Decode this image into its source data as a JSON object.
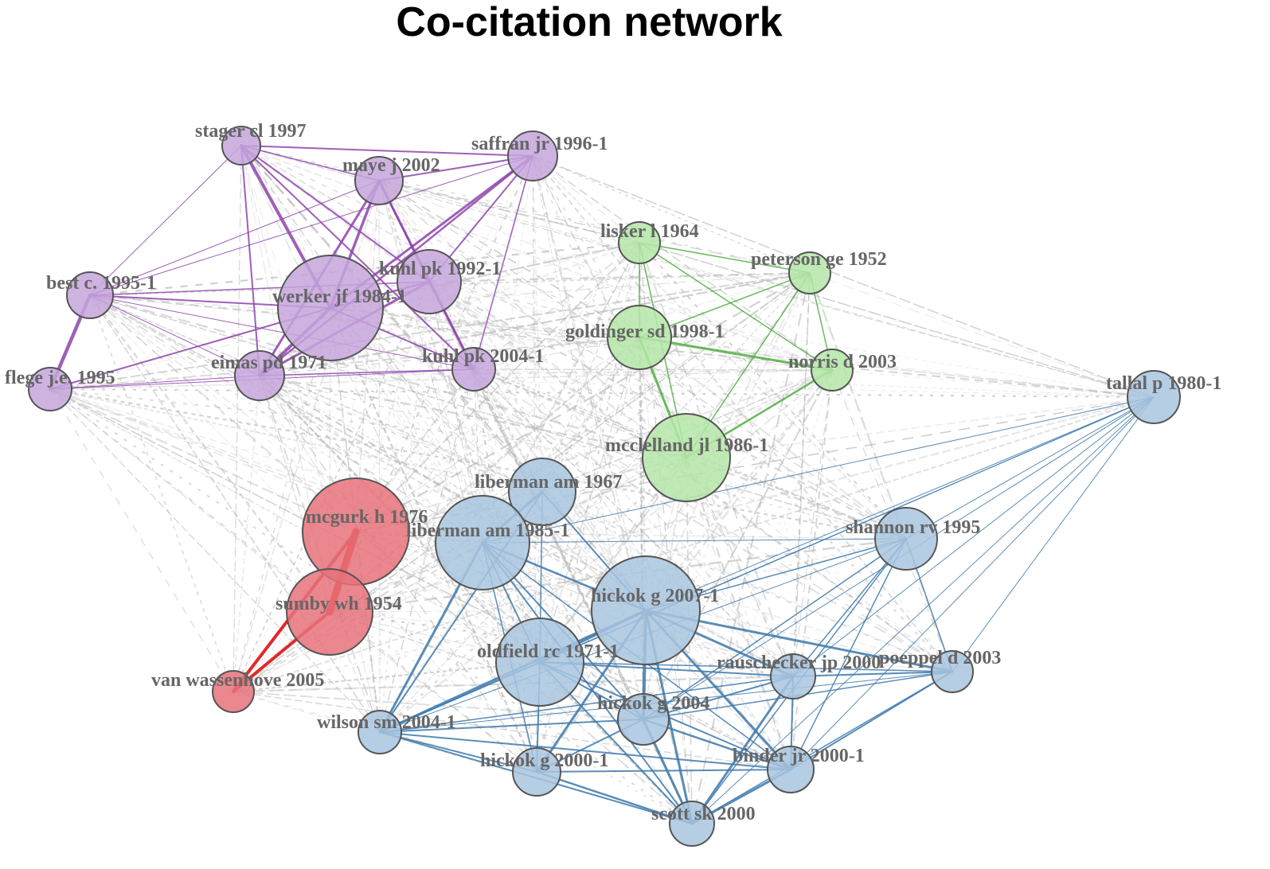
{
  "title": "Co-citation network",
  "colors": {
    "purple": "#c6a6dc",
    "purple_edge": "#8e44ad",
    "green": "#b5e6a8",
    "green_edge": "#4fae3f",
    "red": "#e8727a",
    "red_edge": "#e0292b",
    "blue": "#a9c5df",
    "blue_edge": "#3d79ab",
    "grey_edge": "#b8b8b8",
    "label": "#666666"
  },
  "nodes": [
    {
      "id": "stager",
      "label": "stager cl 1997",
      "cluster": "purple"
    },
    {
      "id": "saffran",
      "label": "saffran jr 1996-1",
      "cluster": "purple"
    },
    {
      "id": "maye",
      "label": "maye j 2002",
      "cluster": "purple"
    },
    {
      "id": "best",
      "label": "best c. 1995-1",
      "cluster": "purple"
    },
    {
      "id": "kuhl92",
      "label": "kuhl pk 1992-1",
      "cluster": "purple"
    },
    {
      "id": "werker",
      "label": "werker jf 1984-1",
      "cluster": "purple"
    },
    {
      "id": "eimas",
      "label": "eimas pd 1971",
      "cluster": "purple"
    },
    {
      "id": "kuhl04",
      "label": "kuhl pk 2004-1",
      "cluster": "purple"
    },
    {
      "id": "flege",
      "label": "flege j.e. 1995",
      "cluster": "purple"
    },
    {
      "id": "lisker",
      "label": "lisker l 1964",
      "cluster": "green"
    },
    {
      "id": "peterson",
      "label": "peterson ge 1952",
      "cluster": "green"
    },
    {
      "id": "goldinger",
      "label": "goldinger sd 1998-1",
      "cluster": "green"
    },
    {
      "id": "norris",
      "label": "norris d 2003",
      "cluster": "green"
    },
    {
      "id": "mcclelland",
      "label": "mcclelland jl 1986-1",
      "cluster": "green"
    },
    {
      "id": "mcgurk",
      "label": "mcgurk h 1976",
      "cluster": "red"
    },
    {
      "id": "sumby",
      "label": "sumby wh 1954",
      "cluster": "red"
    },
    {
      "id": "vanwass",
      "label": "van wassenhove 2005",
      "cluster": "red"
    },
    {
      "id": "tallal",
      "label": "tallal p 1980-1",
      "cluster": "blue"
    },
    {
      "id": "liberman67",
      "label": "liberman am 1967",
      "cluster": "blue"
    },
    {
      "id": "liberman85",
      "label": "liberman am 1985-1",
      "cluster": "blue"
    },
    {
      "id": "shannon",
      "label": "shannon rv 1995",
      "cluster": "blue"
    },
    {
      "id": "hickok07",
      "label": "hickok g 2007-1",
      "cluster": "blue"
    },
    {
      "id": "oldfield",
      "label": "oldfield rc 1971-1",
      "cluster": "blue"
    },
    {
      "id": "rauschecker",
      "label": "rauschecker jp 2000",
      "cluster": "blue"
    },
    {
      "id": "poeppel",
      "label": "poeppel d 2003",
      "cluster": "blue"
    },
    {
      "id": "hickok04",
      "label": "hickok g 2004",
      "cluster": "blue"
    },
    {
      "id": "wilson",
      "label": "wilson sm 2004-1",
      "cluster": "blue"
    },
    {
      "id": "hickok00",
      "label": "hickok g 2000-1",
      "cluster": "blue"
    },
    {
      "id": "binder",
      "label": "binder jr 2000-1",
      "cluster": "blue"
    },
    {
      "id": "scott",
      "label": "scott sk 2000",
      "cluster": "blue"
    }
  ]
}
